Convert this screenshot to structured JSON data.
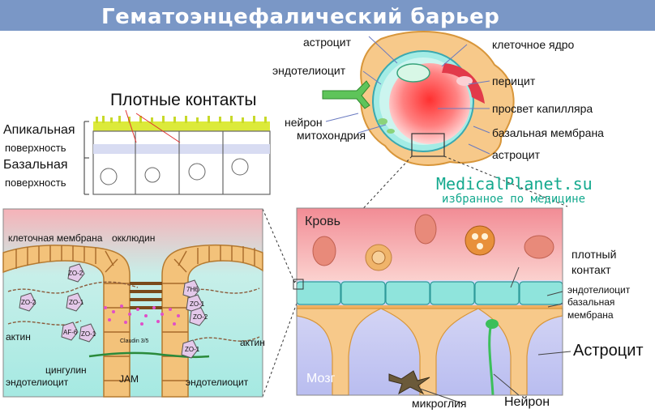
{
  "title": "Гематоэнцефалический барьер",
  "watermark": {
    "site": "MedicalPlanet.su",
    "tagline": "избранное по медицине"
  },
  "tight_junction_panel": {
    "heading": "Плотные контакты",
    "apical_1": "Апикальная",
    "apical_2": "поверхность",
    "basal_1": "Базальная",
    "basal_2": "поверхность"
  },
  "capillary_panel": {
    "astrocyte_top": "астроцит",
    "endothelial": "эндотелиоцит",
    "neuron": "нейрон",
    "mitochondria": "митохондрия",
    "nucleus": "клеточное ядро",
    "pericyte": "перицит",
    "lumen": "просвет капилляра",
    "basement": "базальная мембрана",
    "astrocyte_bottom": "астроцит"
  },
  "molecular_panel": {
    "cell_membrane": "клеточная мембрана",
    "occludin": "окклюдин",
    "actin_left": "актин",
    "actin_right": "актин",
    "cingulin": "цингулин",
    "endothelial_left": "эндотелиоцит",
    "endothelial_right": "эндотелиоцит",
    "jam": "JAM",
    "claudin": "Claudin 3/5",
    "zo2_a": "ZO-2",
    "zo1_a": "ZO-1",
    "zo2_b": "ZO-2",
    "af6": "AF-6",
    "zo1_b": "ZO-1",
    "h76": "7H6",
    "zo1_c": "ZO-1",
    "zo2_c": "ZO-2",
    "zo1_d": "ZO-1"
  },
  "barrier_panel": {
    "blood": "Кровь",
    "brain": "Мозг",
    "tight_contact_1": "плотный",
    "tight_contact_2": "контакт",
    "endothelial": "эндотелиоцит",
    "basement_1": "базальная",
    "basement_2": "мембрана",
    "astrocyte": "Астроцит",
    "microglia": "микроглия",
    "neuron": "Нейрон"
  },
  "colors": {
    "title_bar": "#7a97c6",
    "watermark": "#14a98e",
    "blood": "#f4a0a8",
    "brain": "#c9cdf2",
    "endothelium": "#8fe4dc",
    "astrocyte": "#f7c98a",
    "membrane": "#c98a4a"
  }
}
